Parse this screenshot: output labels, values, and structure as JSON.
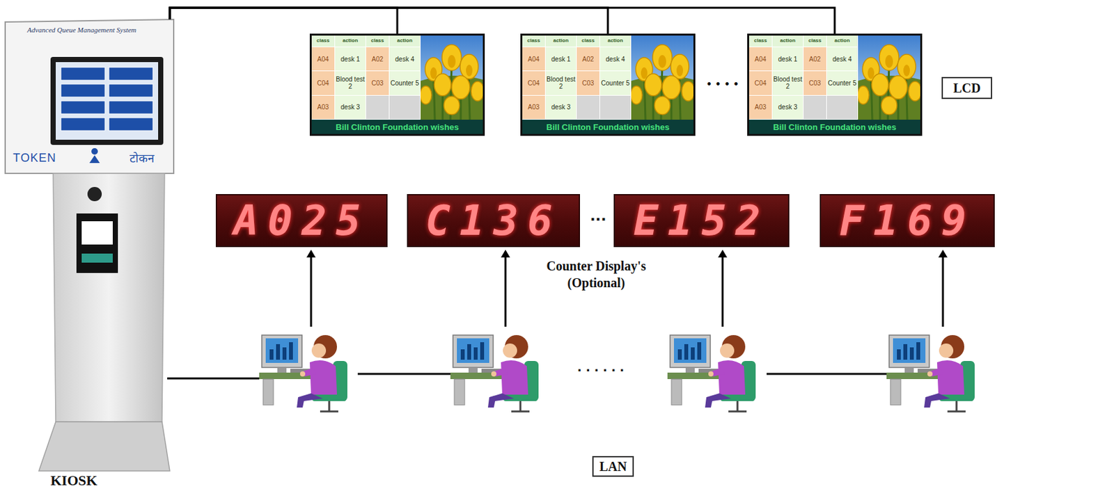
{
  "diagram": {
    "nodes": [
      {
        "text": [
          "Advanced Queue Management System",
          "TOKEN",
          "टोकन",
          "KIOSK"
        ]
      },
      {
        "text": [
          "class",
          "action",
          "class",
          "action",
          "A04",
          "desk 1",
          "A02",
          "desk 4",
          "C04",
          "Blood test 2",
          "C03",
          "Counter 5",
          "A03",
          "desk 3",
          "Bill Clinton Foundation wishes"
        ]
      },
      {
        "text": [
          "class",
          "action",
          "class",
          "action",
          "A04",
          "desk 1",
          "A02",
          "desk 4",
          "C04",
          "Blood test 2",
          "C03",
          "Counter 5",
          "A03",
          "desk 3",
          "Bill Clinton Foundation wishes"
        ]
      },
      {
        "text": [
          "class",
          "action",
          "class",
          "action",
          "A04",
          "desk 1",
          "A02",
          "desk 4",
          "C04",
          "Blood test 2",
          "C03",
          "Counter 5",
          "A03",
          "desk 3",
          "Bill Clinton Foundation wishes"
        ]
      },
      {
        "text": [
          "LCD"
        ]
      },
      {
        "text": [
          "A025"
        ]
      },
      {
        "text": [
          "C136"
        ]
      },
      {
        "text": [
          "E152"
        ]
      },
      {
        "text": [
          "F169"
        ]
      },
      {
        "text": [
          "LAN"
        ]
      }
    ],
    "edges": [
      {
        "from": 0,
        "to": 1,
        "arrow": "none"
      },
      {
        "from": 0,
        "to": 2,
        "arrow": "none"
      },
      {
        "from": 0,
        "to": 3,
        "arrow": "none"
      }
    ],
    "labels": [
      "• • • •",
      "···",
      "Counter Display's (Optional)",
      "· · · · · ·"
    ]
  }
}
